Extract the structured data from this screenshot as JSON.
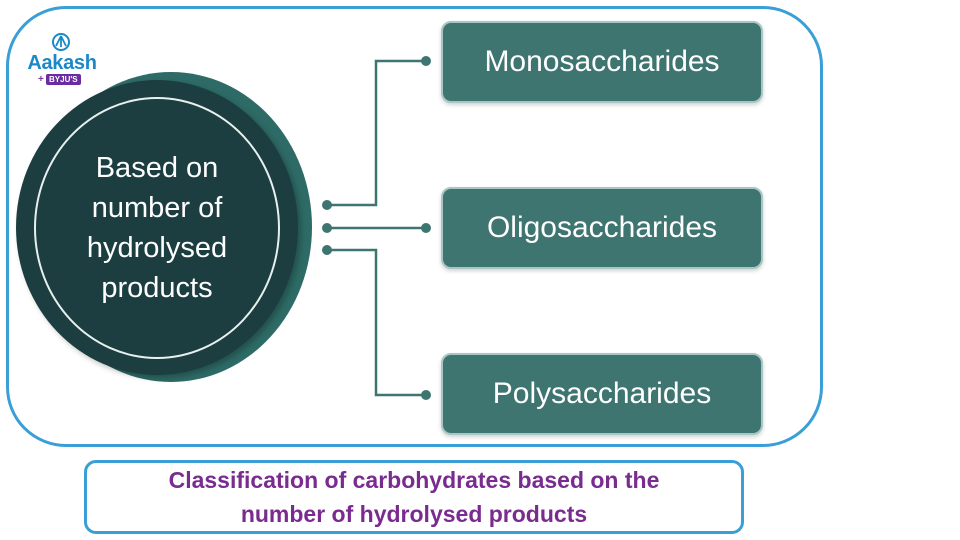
{
  "logo": {
    "name": "Aakash",
    "partner": "BYJU'S",
    "plus": "+",
    "icon": "aakash-emblem-icon"
  },
  "center": {
    "text": "Based on number of hydrolysed products"
  },
  "branches": [
    {
      "label": "Monosaccharides"
    },
    {
      "label": "Oligosaccharides"
    },
    {
      "label": "Polysaccharides"
    }
  ],
  "caption": {
    "line1": "Classification of carbohydrates based on the",
    "line2": "number of hydrolysed products"
  },
  "colors": {
    "frame_border": "#3a9fd6",
    "circle_dark": "#1c3e40",
    "circle_accent": "#2e6b66",
    "box_fill": "#3e7570",
    "connector": "#3e7570",
    "caption_text": "#7a2b8f",
    "logo_text": "#1d88c8"
  }
}
